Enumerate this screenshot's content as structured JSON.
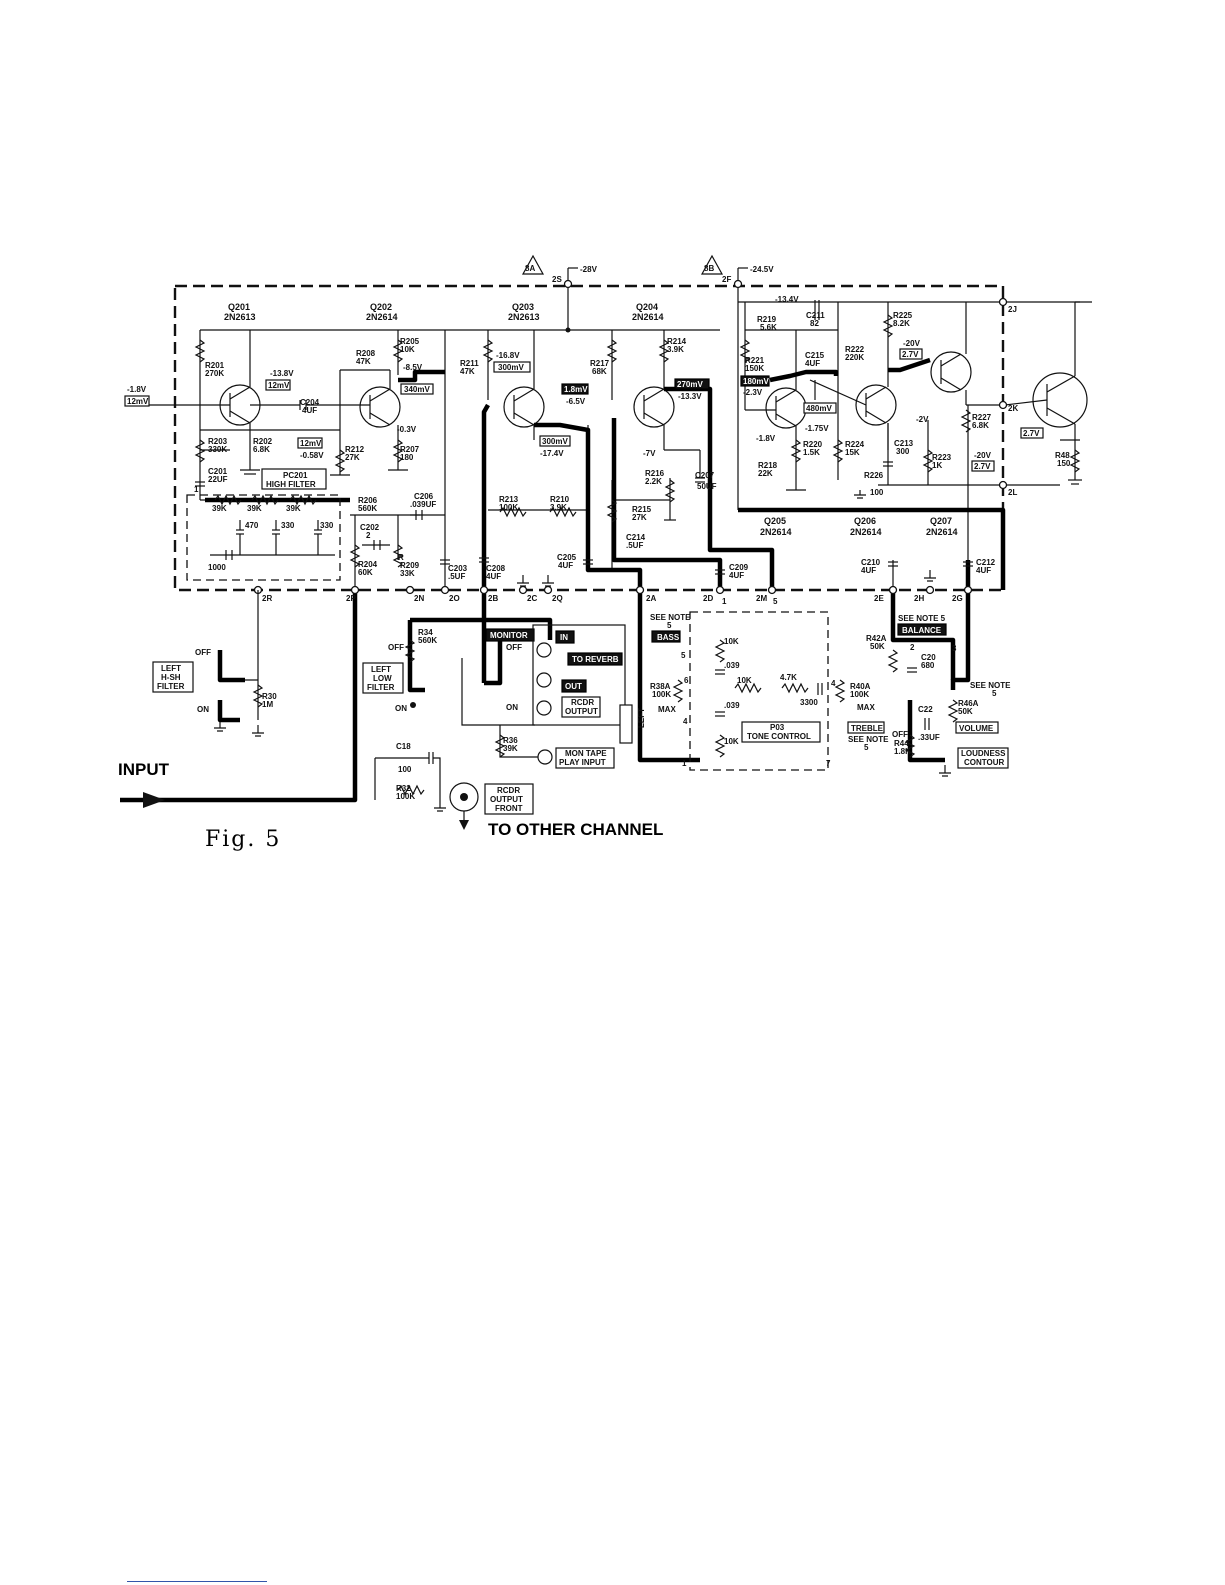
{
  "figure": {
    "caption": "Fig. 5"
  },
  "supply": {
    "bus_a": {
      "tag": "8A",
      "node": "2S",
      "voltage": "-28V"
    },
    "bus_b": {
      "tag": "8B",
      "node": "2F",
      "voltage": "-24.5V"
    }
  },
  "transistors": [
    {
      "ref": "Q201",
      "part": "2N2613"
    },
    {
      "ref": "Q202",
      "part": "2N2614"
    },
    {
      "ref": "Q203",
      "part": "2N2613"
    },
    {
      "ref": "Q204",
      "part": "2N2614"
    },
    {
      "ref": "Q205",
      "part": "2N2614"
    },
    {
      "ref": "Q206",
      "part": "2N2614"
    },
    {
      "ref": "Q207",
      "part": "2N2614"
    }
  ],
  "components": {
    "r201": "R201",
    "r201v": "270K",
    "r202": "R202",
    "r202v": "6.8K",
    "r203": "R203",
    "r203v": "330K",
    "c201": "C201",
    "c201v": "22UF",
    "r208": "R208",
    "r208v": "47K",
    "r205": "R205",
    "r205v": "10K",
    "c204": "C204",
    "c204v": "4UF",
    "r212": "R212",
    "r212v": "27K",
    "r207": "R207",
    "r207v": "180",
    "r206": "R206",
    "r206v": "560K",
    "c206": "C206",
    "c206v": ".039UF",
    "c202": "C202",
    "c202v": "2",
    "r204": "R204",
    "r204v": "60K",
    "r209": "R209",
    "r209v": "33K",
    "r209pre": "R",
    "c203": "C203",
    "c203v": ".5UF",
    "r211": "R211",
    "r211v": "47K",
    "r213": "R213",
    "r213v": "100K",
    "r210": "R210",
    "r210v": "3.9K",
    "c208": "C208",
    "c208v": "4UF",
    "c205": "C205",
    "c205v": "4UF",
    "r217": "R217",
    "r217v": "68K",
    "r214": "R214",
    "r214v": "3.9K",
    "r216": "R216",
    "r216v": "2.2K",
    "r215": "R215",
    "r215v": "27K",
    "c207": "C207",
    "c207v": "50UF",
    "c214": "C214",
    "c214v": ".5UF",
    "c209": "C209",
    "c209v": "4UF",
    "r219": "R219",
    "r219v": "5.6K",
    "c211": "C211",
    "c211v": "82",
    "r221": "R221",
    "r221v": "150K",
    "c215": "C215",
    "c215v": "4UF",
    "r222": "R222",
    "r222v": "220K",
    "r225": "R225",
    "r225v": "8.2K",
    "r220": "R220",
    "r220v": "1.5K",
    "r218": "R218",
    "r218v": "22K",
    "r224": "R224",
    "r224v": "15K",
    "c213": "C213",
    "c213v": "300",
    "r223": "R223",
    "r223v": "1K",
    "r226": "R226",
    "r226v": "100",
    "r227": "R227",
    "r227v": "6.8K",
    "r48": "R48",
    "r48v": "150",
    "c210": "C210",
    "c210v": "4UF",
    "c212": "C212",
    "c212v": "4UF",
    "r34": "R34",
    "r34v": "560K",
    "r30": "R30",
    "r30v": "1M",
    "c18": "C18",
    "c18v": "100",
    "r32": "R32",
    "r32v": "100K",
    "r36": "R36",
    "r36v": "39K",
    "r38a": "R38A",
    "r38av": "100K",
    "r40a": "R40A",
    "r40av": "100K",
    "r42a": "R42A",
    "r42av": "50K",
    "c20": "C20",
    "c20v": "680",
    "r46a": "R46A",
    "r46av": "50K",
    "c22": "C22",
    "c22v": ".33UF",
    "r44": "R44",
    "r44v": "1.8K",
    "p03": "P03",
    "tone_control": "TONE CONTROL",
    "t_10k_a": "10K",
    "t_039_a": ".039",
    "t_10k_b": "10K",
    "t_4_7k": "4.7K",
    "t_3300": "3300",
    "t_039_b": ".039",
    "t_10k_c": "10K",
    "pc_39k_1": "39K",
    "pc_39k_2": "39K",
    "pc_39k_3": "39K",
    "pc_470": "470",
    "pc_330_1": "330",
    "pc_330_2": "330",
    "pc_1000": "1000"
  },
  "measurements": {
    "q201_b_v": "-1.8V",
    "q201_b_mv": "12mV",
    "q202_c1": "-13.8V",
    "q202_mv1": "12mV",
    "q202_e": "-8.5V",
    "q202_mv2": "340mV",
    "q202_v3": "-0.3V",
    "q202_mv3": "12mV",
    "q202_v4": "-0.58V",
    "q203_c": "-16.8V",
    "q203_mv": "300mV",
    "q203_mv2": "300mV",
    "q203_v2": "-17.4V",
    "q204_mv1": "1.8mV",
    "q204_v1": "-6.5V",
    "q204_mv2": "270mV",
    "q204_v2": "-13.3V",
    "q204_v3": "-7V",
    "q205_v1": "-13.4V",
    "q205_mv1": "180mV",
    "q205_v2": "-2.3V",
    "q205_mv2": "480mV",
    "q205_v3": "-1.75V",
    "q205_v4": "-1.8V",
    "q206_v1": "-20V",
    "q206_v2": "2.7V",
    "q206_v3": "-2V",
    "q207_v1": "-20V",
    "q207_v2": "2.7V",
    "out_v": "2.7V"
  },
  "nodes": {
    "n2R": "2R",
    "n2P": "2P",
    "n2N": "2N",
    "n2O": "2O",
    "n2B": "2B",
    "n2C": "2C",
    "n2Q": "2Q",
    "n2A": "2A",
    "n2D": "2D",
    "n2M": "2M",
    "n2E": "2E",
    "n2H": "2H",
    "n2G": "2G",
    "n2J": "2J",
    "n2K": "2K",
    "n2L": "2L"
  },
  "labels": {
    "pc201": "PC201",
    "pc201_sub": "HIGH FILTER",
    "left_hsh_1": "LEFT",
    "left_hsh_2": "H-SH",
    "left_hsh_3": "FILTER",
    "left_low_1": "LEFT",
    "left_low_2": "LOW",
    "left_low_3": "FILTER",
    "off1": "OFF",
    "on1": "ON",
    "off2": "OFF",
    "on2": "ON",
    "monitor": "MONITOR",
    "mon_off": "OFF",
    "mon_on": "ON",
    "sw_in": "IN",
    "sw_to_reverb": "TO REVERB",
    "sw_out": "OUT",
    "rcdr_output_1": "RCDR",
    "rcdr_output_2": "OUTPUT",
    "left_side": "LEFT",
    "mon_tape_1": "MON TAPE",
    "mon_tape_2": "PLAY INPUT",
    "rcdr_front_1": "RCDR",
    "rcdr_front_2": "OUTPUT",
    "rcdr_front_3": "FRONT",
    "input": "INPUT",
    "to_other_channel": "TO OTHER CHANNEL",
    "see_note_5a": "SEE NOTE",
    "see_note_5a_n": "5",
    "bass": "BASS",
    "max1": "MAX",
    "max2": "MAX",
    "treble": "TREBLE",
    "see_note_5b": "SEE NOTE",
    "see_note_5b_n": "5",
    "see_note_5c": "SEE NOTE 5",
    "balance": "BALANCE",
    "see_note_5d": "SEE NOTE",
    "see_note_5d_n": "5",
    "volume": "VOLUME",
    "loudness_1": "LOUDNESS",
    "loudness_2": "CONTOUR",
    "off3": "OFF",
    "pin1": "1",
    "pin5": "5",
    "pin6": "6",
    "pin4": "4",
    "pin4b": "4",
    "pin7": "7",
    "pin1b": "1",
    "pin5b": "5",
    "pin3": "3",
    "pin2": "2",
    "pin1c": "1"
  }
}
